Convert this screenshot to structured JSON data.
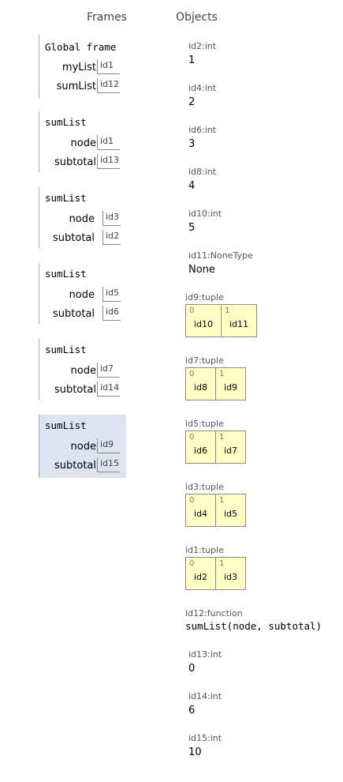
{
  "headers": {
    "frames": "Frames",
    "objects": "Objects"
  },
  "frames": [
    {
      "name": "Global frame",
      "vars": [
        {
          "name": "myList",
          "ref": "id1"
        },
        {
          "name": "sumList",
          "ref": "id12"
        }
      ]
    },
    {
      "name": "sumList",
      "vars": [
        {
          "name": "node",
          "ref": "id1"
        },
        {
          "name": "subtotal",
          "ref": "id13"
        }
      ]
    },
    {
      "name": "sumList",
      "vars": [
        {
          "name": "node",
          "ref": "id3"
        },
        {
          "name": "subtotal",
          "ref": "id2"
        }
      ]
    },
    {
      "name": "sumList",
      "vars": [
        {
          "name": "node",
          "ref": "id5"
        },
        {
          "name": "subtotal",
          "ref": "id6"
        }
      ]
    },
    {
      "name": "sumList",
      "vars": [
        {
          "name": "node",
          "ref": "id7"
        },
        {
          "name": "subtotal",
          "ref": "id14"
        }
      ]
    },
    {
      "name": "sumList",
      "vars": [
        {
          "name": "node",
          "ref": "id9"
        },
        {
          "name": "subtotal",
          "ref": "id15"
        }
      ]
    }
  ],
  "objects": [
    {
      "label": "id2:int",
      "value": "1"
    },
    {
      "label": "id4:int",
      "value": "2"
    },
    {
      "label": "id6:int",
      "value": "3"
    },
    {
      "label": "id8:int",
      "value": "4"
    },
    {
      "label": "id10:int",
      "value": "5"
    },
    {
      "label": "id11:NoneType",
      "value": "None"
    },
    {
      "label": "id9:tuple",
      "cells": [
        {
          "index": "0",
          "value": "id10"
        },
        {
          "index": "1",
          "value": "id11"
        }
      ]
    },
    {
      "label": "id7:tuple",
      "cells": [
        {
          "index": "0",
          "value": "id8"
        },
        {
          "index": "1",
          "value": "id9"
        }
      ]
    },
    {
      "label": "id5:tuple",
      "cells": [
        {
          "index": "0",
          "value": "id6"
        },
        {
          "index": "1",
          "value": "id7"
        }
      ]
    },
    {
      "label": "id3:tuple",
      "cells": [
        {
          "index": "0",
          "value": "id4"
        },
        {
          "index": "1",
          "value": "id5"
        }
      ]
    },
    {
      "label": "id1:tuple",
      "cells": [
        {
          "index": "0",
          "value": "id2"
        },
        {
          "index": "1",
          "value": "id3"
        }
      ]
    },
    {
      "label": "id12:function",
      "value": "sumList(node, subtotal)"
    },
    {
      "label": "id13:int",
      "value": "0"
    },
    {
      "label": "id14:int",
      "value": "6"
    },
    {
      "label": "id15:int",
      "value": "10"
    }
  ]
}
